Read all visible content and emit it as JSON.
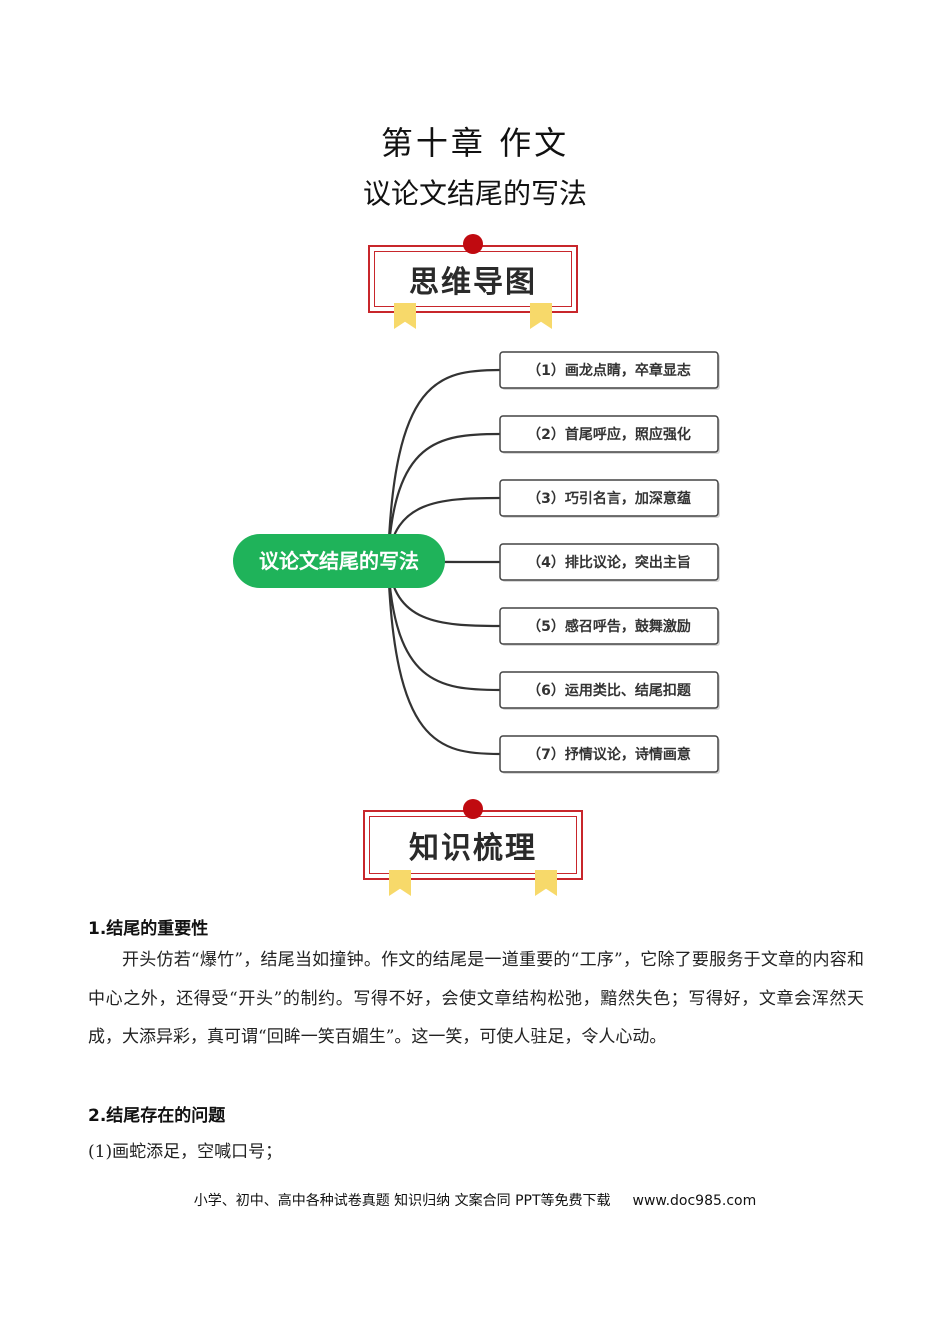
{
  "header": {
    "chapter": "第十章  作文",
    "subtitle": "议论文结尾的写法"
  },
  "banners": {
    "mindmap_label": "思维导图",
    "knowledge_label": "知识梳理"
  },
  "mindmap": {
    "center": "议论文结尾的写法",
    "branches": [
      "（1）画龙点睛，卒章显志",
      "（2）首尾呼应，照应强化",
      "（3）巧引名言，加深意蕴",
      "（4）排比议论，突出主旨",
      "（5）感召呼告，鼓舞激励",
      "（6）运用类比、结尾扣题",
      "（7）抒情议论，诗情画意"
    ],
    "colors": {
      "center_fill": "#1fb35a",
      "node_border": "#444444",
      "line": "#333333"
    }
  },
  "content": {
    "section1_title": "1.结尾的重要性",
    "section1_para": "开头仿若“爆竹”，结尾当如撞钟。作文的结尾是一道重要的“工序”，它除了要服务于文章的内容和中心之外，还得受“开头”的制约。写得不好，会使文章结构松弛，黯然失色；写得好，文章会浑然天成，大添异彩，真可谓“回眸一笑百媚生”。这一笑，可使人驻足，令人心动。",
    "section2_title": "2.结尾存在的问题",
    "section2_item1": "(1)画蛇添足，空喊口号；"
  },
  "footer": {
    "text": "小学、初中、高中各种试卷真题  知识归纳  文案合同  PPT等免费下载",
    "url": "www.doc985.com"
  }
}
